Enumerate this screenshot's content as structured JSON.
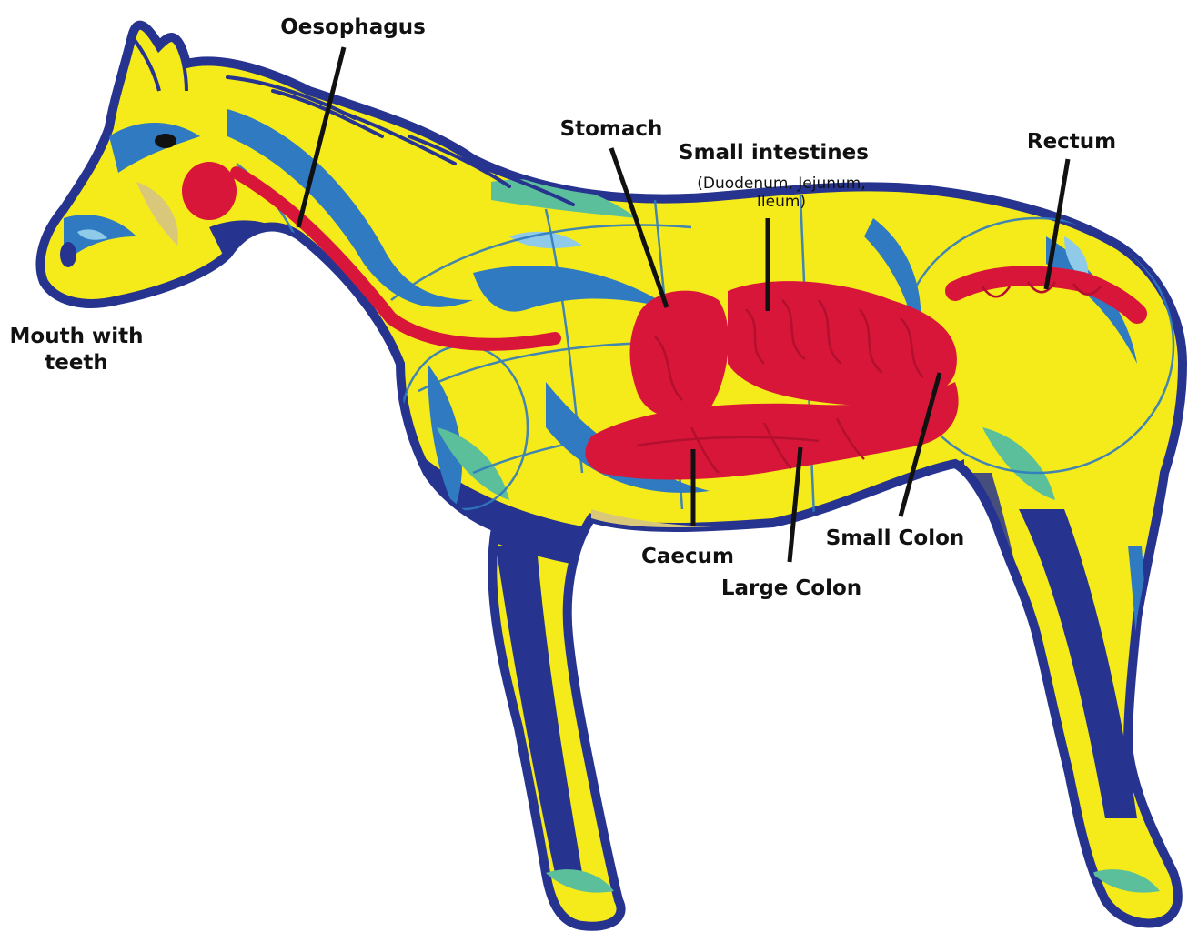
{
  "colors": {
    "body_yellow": "#f5eb1a",
    "dark_navy": "#26338f",
    "mid_blue": "#2f7ac0",
    "light_blue": "#8fcbe8",
    "teal": "#5cbf9b",
    "tan": "#d9c87a",
    "organ_red": "#d8163a",
    "organ_red_dark": "#b30f2f",
    "leader_line": "#111111"
  },
  "labels": {
    "oesophagus": "Oesophagus",
    "mouth_line1": "Mouth with",
    "mouth_line2": "teeth",
    "stomach": "Stomach",
    "small_intestines": "Small intestines",
    "small_intestines_sub1": "(Duodenum, Jejunum,",
    "small_intestines_sub2": "Ileum)",
    "rectum": "Rectum",
    "caecum": "Caecum",
    "small_colon": "Small Colon",
    "large_colon": "Large Colon"
  }
}
